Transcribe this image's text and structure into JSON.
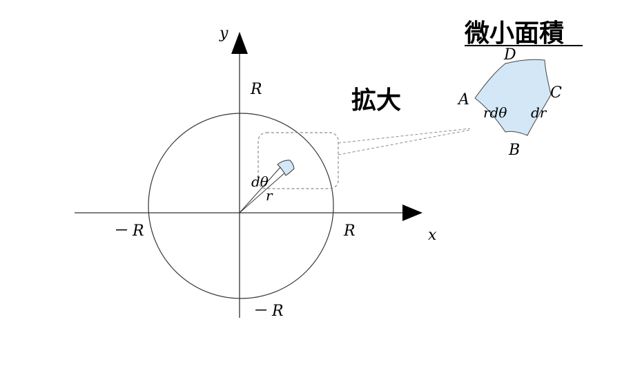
{
  "title": "微小面積",
  "zoom_label": "拡大",
  "axes": {
    "x": "x",
    "y": "y"
  },
  "tick_labels": {
    "pos_y": "R",
    "neg_x": "－ R",
    "pos_x": "R",
    "neg_y": "－ R"
  },
  "angle_label": "dθ",
  "radius_label": "r",
  "corners": {
    "a": "A",
    "b": "B",
    "c": "C",
    "d": "D"
  },
  "edge_labels": {
    "arc": "rdθ",
    "radial": "dr"
  },
  "colors": {
    "element_fill": "#d3e7f6",
    "dash": "#8c8c8c",
    "line": "#333333"
  }
}
